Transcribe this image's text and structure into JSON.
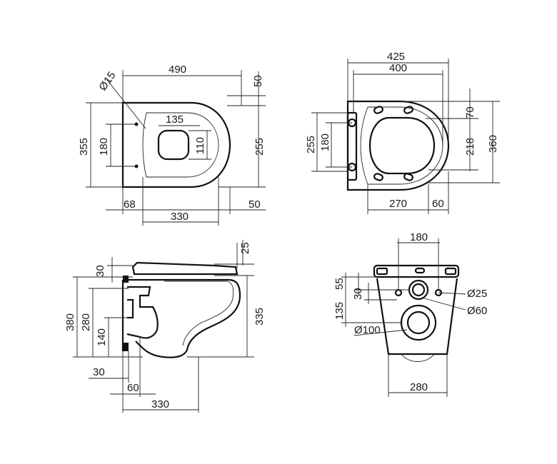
{
  "top_view": {
    "d_hole": "Ø15",
    "w_490": "490",
    "h_50_top": "50",
    "w_135": "135",
    "h_355": "355",
    "h_180": "180",
    "h_110": "110",
    "h_255": "255",
    "w_68": "68",
    "w_330": "330",
    "w_50_bottom": "50"
  },
  "seat_view": {
    "w_425": "425",
    "w_400": "400",
    "h_70": "70",
    "h_255": "255",
    "h_180": "180",
    "h_218": "218",
    "h_360": "360",
    "w_270": "270",
    "w_60": "60"
  },
  "side_view": {
    "h_25": "25",
    "h_30_top": "30",
    "h_380": "380",
    "h_280": "280",
    "h_335": "335",
    "h_140": "140",
    "w_30": "30",
    "w_60": "60",
    "w_330": "330"
  },
  "rear_view": {
    "w_180": "180",
    "h_135": "135",
    "h_55": "55",
    "h_30": "30",
    "d_25": "Ø25",
    "d_60": "Ø60",
    "d_100": "Ø100",
    "w_280": "280"
  }
}
